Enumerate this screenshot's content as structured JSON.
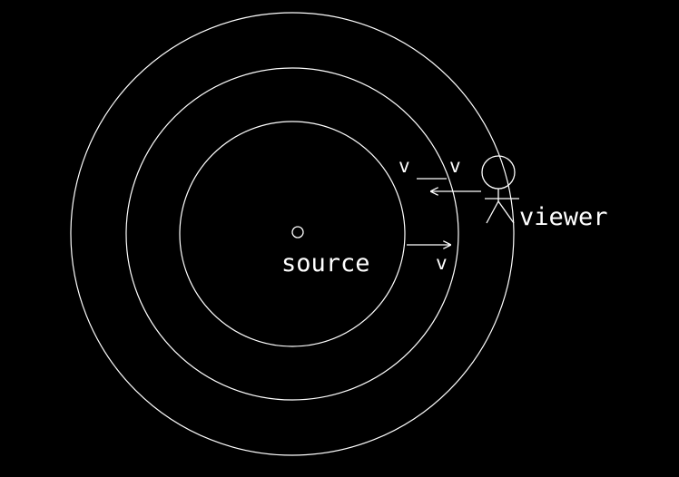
{
  "diagram": {
    "background_color": "#000000",
    "stroke_color": "#ffffff",
    "wavefront_count": 3,
    "labels": {
      "source": "source",
      "viewer": "viewer",
      "viewer_velocity": "v",
      "wave_velocity_top": "v",
      "wave_velocity_bottom": "v"
    },
    "icons": {
      "source": "source-point-icon",
      "viewer": "stick-figure-icon"
    }
  }
}
